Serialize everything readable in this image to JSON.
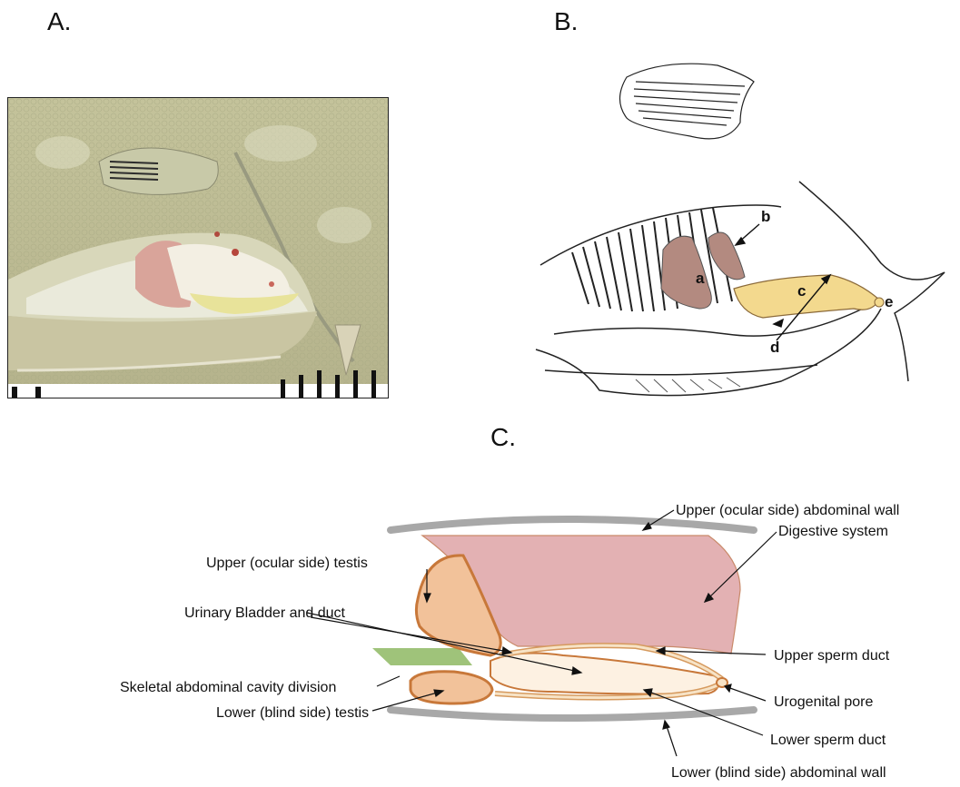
{
  "panels": {
    "a": "A.",
    "b": "B.",
    "c": "C."
  },
  "panel_b_labels": {
    "a": "a",
    "b": "b",
    "c": "c",
    "d": "d",
    "e": "e"
  },
  "panel_c_labels": {
    "upper_wall": "Upper (ocular side) abdominal wall",
    "digestive": "Digestive system",
    "upper_testis": "Upper (ocular side) testis",
    "bladder": "Urinary Bladder and duct",
    "skeletal": "Skeletal abdominal cavity division",
    "lower_testis": "Lower (blind side) testis",
    "upper_duct": "Upper sperm duct",
    "pore": "Urogenital pore",
    "lower_duct": "Lower sperm duct",
    "lower_wall": "Lower (blind side) abdominal wall"
  },
  "colors": {
    "digestive": "#e3b1b3",
    "testis": "#f2c29a",
    "testis_edge": "#c8783a",
    "duct": "#f7e3c6",
    "bladder": "#fdf1e2",
    "skeletal": "#9fc37a",
    "wall": "#a8a8a8",
    "b_testis": "#b38a80",
    "b_duct": "#f3d98e"
  }
}
